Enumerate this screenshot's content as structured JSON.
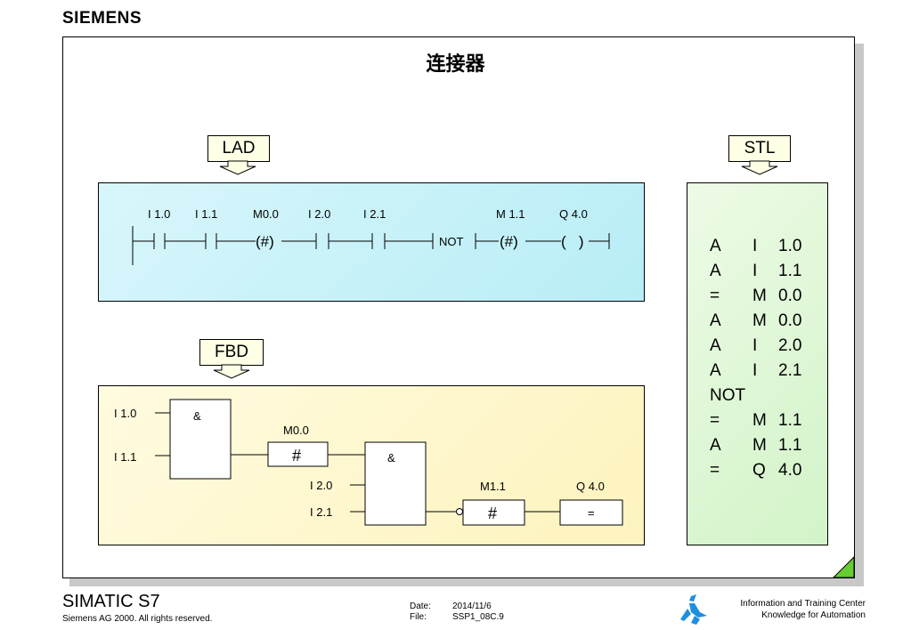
{
  "brand": "SIEMENS",
  "title": "连接器",
  "tags": {
    "lad": "LAD",
    "stl": "STL",
    "fbd": "FBD"
  },
  "lad": {
    "contact_labels": [
      "I 1.0",
      "I 1.1",
      "M0.0",
      "I 2.0",
      "I 2.1",
      "M 1.1",
      "Q 4.0"
    ],
    "connector_symbol": "(#)",
    "not_label": "NOT",
    "coil_symbol": "(   )"
  },
  "fbd": {
    "and1": {
      "symbol": "&",
      "inputs": [
        "I 1.0",
        "I 1.1"
      ]
    },
    "connector1": {
      "label": "M0.0",
      "symbol": "#"
    },
    "and2": {
      "symbol": "&",
      "inputs": [
        "I 2.0",
        "I 2.1"
      ]
    },
    "connector2": {
      "label": "M1.1",
      "symbol": "#"
    },
    "assign": {
      "label": "Q 4.0",
      "symbol": "="
    }
  },
  "stl": [
    {
      "op": "A",
      "type": "I",
      "addr": "1.0"
    },
    {
      "op": "A",
      "type": "I",
      "addr": "1.1"
    },
    {
      "op": "=",
      "type": "M",
      "addr": "0.0"
    },
    {
      "op": "A",
      "type": "M",
      "addr": "0.0"
    },
    {
      "op": "A",
      "type": "I",
      "addr": "2.0"
    },
    {
      "op": "A",
      "type": "I",
      "addr": "2.1"
    },
    {
      "op": "NOT",
      "type": "",
      "addr": ""
    },
    {
      "op": "=",
      "type": "M",
      "addr": "1.1"
    },
    {
      "op": "A",
      "type": "M",
      "addr": "1.1"
    },
    {
      "op": "=",
      "type": "Q",
      "addr": "4.0"
    }
  ],
  "footer": {
    "product": "SIMATIC S7",
    "copyright": "Siemens AG 2000. All rights reserved.",
    "date_label": "Date:",
    "date": "2014/11/6",
    "file_label": "File:",
    "file": "SSP1_08C.9",
    "itc_line1": "Information and Training Center",
    "itc_line2": "Knowledge for Automation"
  },
  "colors": {
    "lad_bg": "#c8f0f8",
    "fbd_bg": "#fdf6c8",
    "stl_bg": "#ddf6d3",
    "tag_bg": "#ffffe6",
    "logo_blue": "#1e8fe0"
  }
}
